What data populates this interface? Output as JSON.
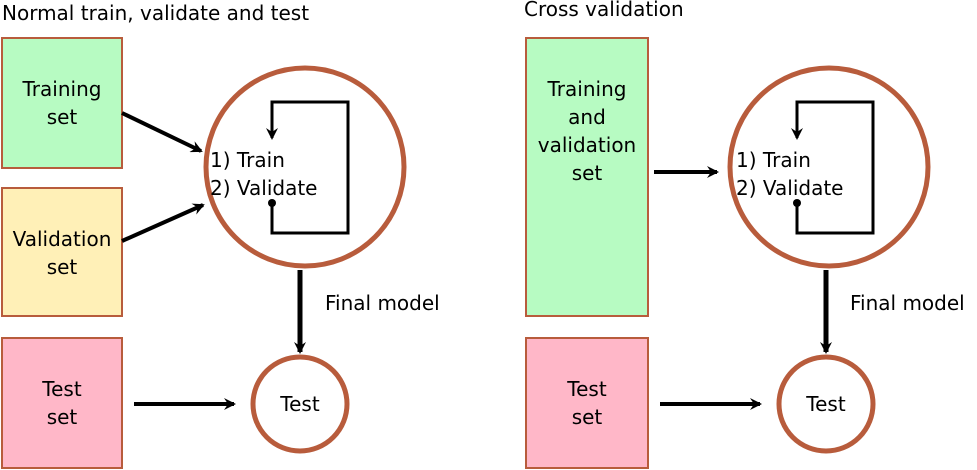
{
  "left": {
    "title": "Normal train, validate and test",
    "training_box": {
      "line1": "Training",
      "line2": "set"
    },
    "validation_box": {
      "line1": "Validation",
      "line2": "set"
    },
    "test_box": {
      "line1": "Test",
      "line2": "set"
    },
    "loop": {
      "step1": "1) Train",
      "step2": "2) Validate"
    },
    "final_model_label": "Final model",
    "test_circle_label": "Test"
  },
  "right": {
    "title": "Cross validation",
    "train_val_box": {
      "line1": "Training",
      "line2": "and",
      "line3": "validation",
      "line4": "set"
    },
    "test_box": {
      "line1": "Test",
      "line2": "set"
    },
    "loop": {
      "step1": "1) Train",
      "step2": "2) Validate"
    },
    "final_model_label": "Final model",
    "test_circle_label": "Test"
  },
  "colors": {
    "border": "#b85c3c",
    "green_fill": "#b7fbc2",
    "yellow_fill": "#fff0b7",
    "pink_fill": "#ffb7c8",
    "arrow": "#000000"
  }
}
